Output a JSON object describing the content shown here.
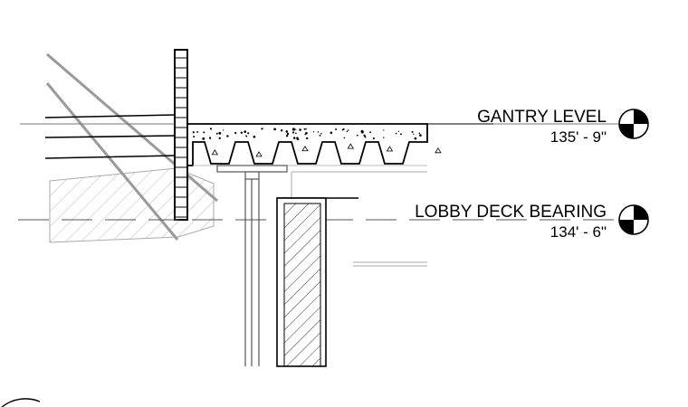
{
  "levels": [
    {
      "name": "GANTRY LEVEL",
      "elevation": "135' - 9\""
    },
    {
      "name": "LOBBY DECK BEARING",
      "elevation": "134' - 6\""
    }
  ]
}
